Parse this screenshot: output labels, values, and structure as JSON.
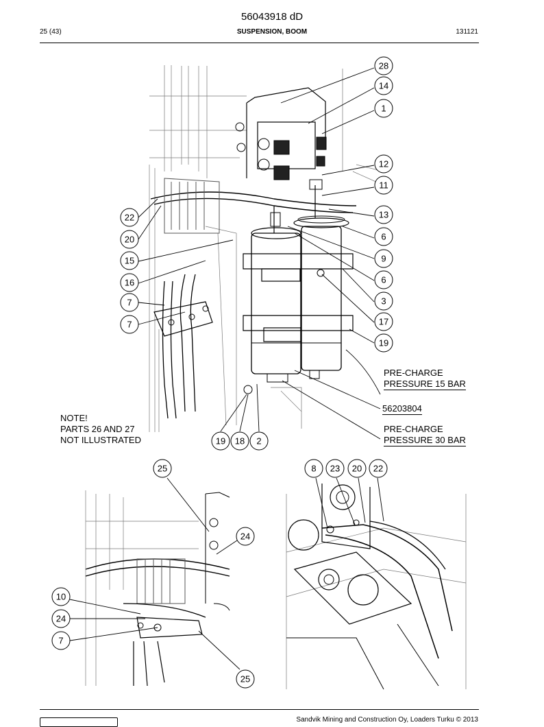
{
  "header": {
    "doc_number": "56043918 dD",
    "page": "25 (43)",
    "section": "SUSPENSION, BOOM",
    "date_code": "131121"
  },
  "note": {
    "line1": "NOTE!",
    "line2": "PARTS 26 AND 27",
    "line3": "NOT ILLUSTRATED"
  },
  "callouts": {
    "precharge15_l1": "PRE-CHARGE",
    "precharge15_l2": "PRESSURE 15 BAR",
    "part_number": "56203804",
    "precharge30_l1": "PRE-CHARGE",
    "precharge30_l2": "PRESSURE 30 BAR"
  },
  "balloons": [
    {
      "label": "28"
    },
    {
      "label": "14"
    },
    {
      "label": "1"
    },
    {
      "label": "12"
    },
    {
      "label": "11"
    },
    {
      "label": "13"
    },
    {
      "label": "6"
    },
    {
      "label": "9"
    },
    {
      "label": "6"
    },
    {
      "label": "3"
    },
    {
      "label": "17"
    },
    {
      "label": "19"
    },
    {
      "label": "22"
    },
    {
      "label": "20"
    },
    {
      "label": "15"
    },
    {
      "label": "16"
    },
    {
      "label": "7"
    },
    {
      "label": "7"
    },
    {
      "label": "19"
    },
    {
      "label": "18"
    },
    {
      "label": "2"
    },
    {
      "label": "25"
    },
    {
      "label": "24"
    },
    {
      "label": "10"
    },
    {
      "label": "24"
    },
    {
      "label": "7"
    },
    {
      "label": "25"
    },
    {
      "label": "8"
    },
    {
      "label": "23"
    },
    {
      "label": "20"
    },
    {
      "label": "22"
    }
  ],
  "footer": {
    "copyright": "Sandvik Mining and Construction Oy, Loaders Turku © 2013"
  }
}
